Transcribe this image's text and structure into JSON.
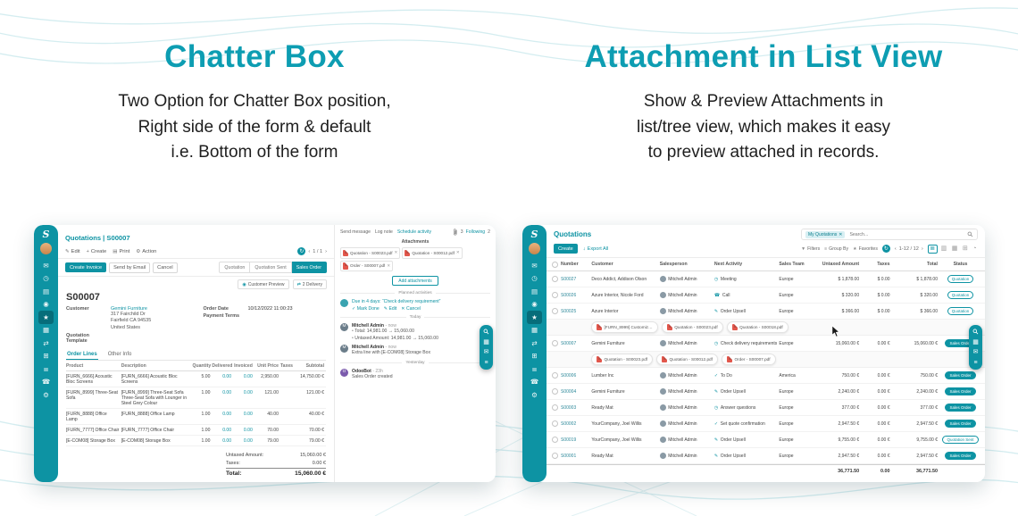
{
  "hero": {
    "left": {
      "title": "Chatter Box",
      "line1": "Two Option for Chatter Box position,",
      "line2": "Right side of the form & default",
      "line3": "i.e. Bottom of the form"
    },
    "right": {
      "title": "Attachment in List View",
      "line1": "Show & Preview Attachments in",
      "line2": "list/tree view, which makes it easy",
      "line3": "to preview attached in records."
    }
  },
  "colors": {
    "accent": "#0d93a3",
    "accent_dark": "#076d7a",
    "heading": "#0d9db2",
    "pdf_red": "#e2574c"
  },
  "sidebar": {
    "logo": "S",
    "icons": [
      {
        "name": "discuss",
        "glyph": "✉"
      },
      {
        "name": "calendar",
        "glyph": "◷"
      },
      {
        "name": "contacts",
        "glyph": "▤"
      },
      {
        "name": "crm",
        "glyph": "◉"
      },
      {
        "name": "sales",
        "glyph": "★"
      },
      {
        "name": "dashboard",
        "glyph": "▦"
      },
      {
        "name": "inventory",
        "glyph": "⇄"
      },
      {
        "name": "purchase",
        "glyph": "⊞"
      },
      {
        "name": "accounting",
        "glyph": "≣"
      },
      {
        "name": "employees",
        "glyph": "☎"
      },
      {
        "name": "settings",
        "glyph": "⚙"
      }
    ]
  },
  "floatbar": {
    "apps": "▦",
    "messages": "✉",
    "menu": "≡"
  },
  "form_app": {
    "breadcrumb": "Quotations | S00007",
    "toolbar": {
      "edit_icon": "✎",
      "edit": "Edit",
      "create_icon": "+",
      "create": "Create",
      "print_icon": "▤",
      "print": "Print",
      "action_icon": "⚙",
      "action": "Action",
      "refresh_icon": "↻",
      "prev": "‹",
      "pager": "1 / 1",
      "next": "›"
    },
    "statusbar": {
      "create_invoice": "Create Invoice",
      "send_by_email": "Send by Email",
      "cancel": "Cancel",
      "stages": [
        {
          "label": "Quotation"
        },
        {
          "label": "Quotation Sent"
        },
        {
          "label": "Sales Order"
        }
      ]
    },
    "smart_buttons": {
      "preview_icon": "◉",
      "preview": "Customer Preview",
      "delivery_icon": "⇄",
      "delivery": "2 Delivery"
    },
    "form": {
      "ref": "S00007",
      "customer_label": "Customer",
      "customer": "Gemini Furniture",
      "address1": "317 Fairchild Dr",
      "address2": "Fairfield CA 94535",
      "address3": "United States",
      "template_label": "Quotation Template",
      "order_date_label": "Order Date",
      "order_date": "10/12/2022 11:00:23",
      "payment_terms_label": "Payment Terms"
    },
    "tabs": {
      "order_lines": "Order Lines",
      "other_info": "Other Info"
    },
    "table": {
      "h_product": "Product",
      "h_description": "Description",
      "h_qty": "Quantity",
      "h_delivered": "Delivered",
      "h_invoiced": "Invoiced",
      "h_price": "Unit Price",
      "h_taxes": "Taxes",
      "h_subtotal": "Subtotal",
      "rows": [
        {
          "product": "[FURN_6666] Acoustic Bloc Screens",
          "description": "[FURN_6666] Acoustic Bloc Screens",
          "qty": "5.00",
          "delivered": "0.00",
          "invoiced": "0.00",
          "price": "2,950.00",
          "taxes": "",
          "subtotal": "14,750.00 €"
        },
        {
          "product": "[FURN_8999] Three-Seat Sofa",
          "description": "[FURN_8999] Three-Seat Sofa\nThree-Seat Sofa with Lounger in Steel Grey Colour",
          "qty": "1.00",
          "delivered": "0.00",
          "invoiced": "0.00",
          "price": "121.00",
          "taxes": "",
          "subtotal": "121.00 €"
        },
        {
          "product": "[FURN_8888] Office Lamp",
          "description": "[FURN_8888] Office Lamp",
          "qty": "1.00",
          "delivered": "0.00",
          "invoiced": "0.00",
          "price": "40.00",
          "taxes": "",
          "subtotal": "40.00 €"
        },
        {
          "product": "[FURN_7777] Office Chair",
          "description": "[FURN_7777] Office Chair",
          "qty": "1.00",
          "delivered": "0.00",
          "invoiced": "0.00",
          "price": "70.00",
          "taxes": "",
          "subtotal": "70.00 €"
        },
        {
          "product": "[E-COM08] Storage Box",
          "description": "[E-COM08] Storage Box",
          "qty": "1.00",
          "delivered": "0.00",
          "invoiced": "0.00",
          "price": "79.00",
          "taxes": "",
          "subtotal": "79.00 €"
        }
      ]
    },
    "totals": {
      "untaxed_label": "Untaxed Amount:",
      "untaxed": "15,060.00 €",
      "taxes_label": "Taxes:",
      "taxes": "0.00 €",
      "total_label": "Total:",
      "total": "15,060.00 €"
    },
    "chatter": {
      "send_message": "Send message",
      "log_note": "Log note",
      "schedule_activity": "Schedule activity",
      "attach_count": "3",
      "following": "Following",
      "followers_count": "2",
      "attachments_title": "Attachments",
      "attachments": [
        {
          "name": "Quotation - S00023.pdf"
        },
        {
          "name": "Quotation - S00012.pdf"
        },
        {
          "name": "Order - S00007.pdf"
        }
      ],
      "add_attachments": "Add attachments",
      "planned_title": "Planned activities",
      "activity": {
        "text": "Due in 4 days: “Check delivery requirement”",
        "done_icon": "✓",
        "mark_done": "Mark Done",
        "edit_icon": "✎",
        "edit": "Edit",
        "cancel_icon": "✕",
        "cancel": "Cancel"
      },
      "today": "Today",
      "yesterday": "Yesterday",
      "messages": [
        {
          "author": "Mitchell Admin",
          "initial": "M",
          "time": "- now",
          "line1": "Total: 14,981.00 → 15,060.00",
          "line2": "Untaxed Amount: 14,981.00 → 15,060.00"
        },
        {
          "author": "Mitchell Admin",
          "initial": "M",
          "time": "- now",
          "line1": "Extra line with [E-COM08] Storage Box",
          "line2": ""
        },
        {
          "author": "OdooBot",
          "initial": "O",
          "time": "- 23h",
          "line1": "Sales Order created",
          "line2": ""
        }
      ]
    }
  },
  "list_app": {
    "title": "Quotations",
    "search": {
      "facet": "My Quotations",
      "facet_close": "✕",
      "placeholder": "Search..."
    },
    "toolbar": {
      "create": "Create",
      "export_icon": "↓",
      "export": "Export All",
      "filters_icon": "▼",
      "filters": "Filters",
      "group_icon": "≡",
      "group_by": "Group By",
      "fav_icon": "★",
      "favorites": "Favorites",
      "refresh_icon": "↻",
      "prev": "‹",
      "pager": "1-12 / 12",
      "next": "›",
      "view_icons": [
        {
          "name": "list-view",
          "glyph": "≣"
        },
        {
          "name": "kanban-view",
          "glyph": "▥"
        },
        {
          "name": "calendar-view",
          "glyph": "▦"
        },
        {
          "name": "pivot-view",
          "glyph": "⊞"
        },
        {
          "name": "graph-view",
          "glyph": "◔"
        }
      ]
    },
    "headers": {
      "number": "Number",
      "customer": "Customer",
      "salesperson": "Salesperson",
      "activity": "Next Activity",
      "team": "Sales Team",
      "untaxed": "Untaxed Amount",
      "taxes": "Taxes",
      "total": "Total",
      "status": "Status"
    },
    "rows": [
      {
        "number": "S00027",
        "customer": "Deco Addict, Addison Olson",
        "salesperson": "Mitchell Admin",
        "activity_icon": "◷",
        "activity": "Meeting",
        "team": "Europe",
        "untaxed": "$ 1,878.00",
        "taxes": "$ 0.00",
        "total": "$ 1,878.00",
        "status": "Quotation"
      },
      {
        "number": "S00026",
        "customer": "Azure Interior, Nicole Ford",
        "salesperson": "Mitchell Admin",
        "activity_icon": "☎",
        "activity": "Call",
        "team": "Europe",
        "untaxed": "$ 320.00",
        "taxes": "$ 0.00",
        "total": "$ 320.00",
        "status": "Quotation"
      },
      {
        "number": "S00025",
        "customer": "Azure Interior",
        "salesperson": "Mitchell Admin",
        "activity_icon": "✎",
        "activity": "Order Upsell",
        "team": "Europe",
        "untaxed": "$ 366.00",
        "taxes": "$ 0.00",
        "total": "$ 366.00",
        "status": "Quotation"
      },
      {
        "number": "S00007",
        "customer": "Gemini Furniture",
        "salesperson": "Mitchell Admin",
        "activity_icon": "◷",
        "activity": "Check delivery requirements",
        "team": "Europe",
        "untaxed": "15,060.00 €",
        "taxes": "0.00 €",
        "total": "15,060.00 €",
        "status": "Sales Order"
      },
      {
        "number": "S00006",
        "customer": "Lumber Inc",
        "salesperson": "Mitchell Admin",
        "activity_icon": "✓",
        "activity": "To Do",
        "team": "America",
        "untaxed": "750.00 €",
        "taxes": "0.00 €",
        "total": "750.00 €",
        "status": "Sales Order"
      },
      {
        "number": "S00004",
        "customer": "Gemini Furniture",
        "salesperson": "Mitchell Admin",
        "activity_icon": "✎",
        "activity": "Order Upsell",
        "team": "Europe",
        "untaxed": "2,240.00 €",
        "taxes": "0.00 €",
        "total": "2,240.00 €",
        "status": "Sales Order"
      },
      {
        "number": "S00003",
        "customer": "Ready Mat",
        "salesperson": "Mitchell Admin",
        "activity_icon": "◷",
        "activity": "Answer questions",
        "team": "Europe",
        "untaxed": "377.00 €",
        "taxes": "0.00 €",
        "total": "377.00 €",
        "status": "Sales Order"
      },
      {
        "number": "S00002",
        "customer": "YourCompany, Joel Willis",
        "salesperson": "Mitchell Admin",
        "activity_icon": "✓",
        "activity": "Set quote confirmation",
        "team": "Europe",
        "untaxed": "2,947.50 €",
        "taxes": "0.00 €",
        "total": "2,947.50 €",
        "status": "Sales Order"
      },
      {
        "number": "S00019",
        "customer": "YourCompany, Joel Willis",
        "salesperson": "Mitchell Admin",
        "activity_icon": "✎",
        "activity": "Order Upsell",
        "team": "Europe",
        "untaxed": "9,755.00 €",
        "taxes": "0.00 €",
        "total": "9,755.00 €",
        "status": "Quotation Sent"
      },
      {
        "number": "S00001",
        "customer": "Ready Mat",
        "salesperson": "Mitchell Admin",
        "activity_icon": "✎",
        "activity": "Order Upsell",
        "team": "Europe",
        "untaxed": "2,947.50 €",
        "taxes": "0.00 €",
        "total": "2,947.50 €",
        "status": "Sales Order"
      }
    ],
    "attachment_rows": [
      {
        "chips": [
          {
            "name": "[FURN_8999] Customiz…"
          },
          {
            "name": "Quotation - S00023.pdf"
          },
          {
            "name": "Quotation - S00018.pdf"
          }
        ]
      },
      {
        "chips": [
          {
            "name": "Quotation - S00023.pdf"
          },
          {
            "name": "Quotation - S00012.pdf"
          },
          {
            "name": "Order - S00007.pdf"
          }
        ]
      }
    ],
    "totals": {
      "untaxed": "36,771.50",
      "taxes": "0.00",
      "total": "36,771.50"
    }
  }
}
